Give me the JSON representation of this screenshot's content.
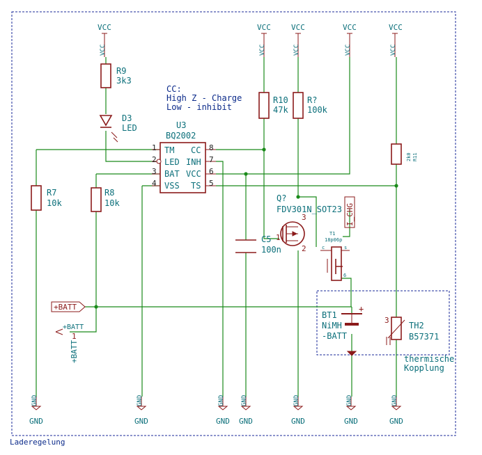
{
  "sheet": {
    "name": "Laderegelung"
  },
  "notes": {
    "cc_title": "CC:",
    "cc_high": "High Z - Charge",
    "cc_low": "Low - inhibit",
    "thermal": "thermische\nKopplung"
  },
  "power": {
    "vcc": "VCC",
    "gnd": "GND"
  },
  "components": {
    "r9": {
      "ref": "R9",
      "value": "3k3"
    },
    "r10": {
      "ref": "R10",
      "value": "47k"
    },
    "r_q": {
      "ref": "R?",
      "value": "100k"
    },
    "r11": {
      "ref": "R11",
      "value": "2k0"
    },
    "r7": {
      "ref": "R7",
      "value": "10k"
    },
    "r8": {
      "ref": "R8",
      "value": "10k"
    },
    "d3": {
      "ref": "D3",
      "value": "LED"
    },
    "u3": {
      "ref": "U3",
      "value": "BQ2002",
      "pins_left": [
        "TM",
        "LED",
        "BAT",
        "VSS"
      ],
      "pins_right": [
        "CC",
        "INH",
        "VCC",
        "TS"
      ],
      "nums_left": [
        "1",
        "2",
        "3",
        "4"
      ],
      "nums_right": [
        "8",
        "7",
        "6",
        "5"
      ]
    },
    "c5": {
      "ref": "C5",
      "value": "100n"
    },
    "q": {
      "ref": "Q?",
      "value": "FDV301N_SOT23",
      "p1": "1",
      "p2": "2",
      "p3": "3"
    },
    "t1": {
      "ref": "T1",
      "value": "18p06p",
      "pc": "c",
      "ps": "s",
      "p6": "6"
    },
    "bt1": {
      "ref": "BT1",
      "value": "NiMH",
      "label": "-BATT",
      "pin_plus": "+"
    },
    "th2": {
      "ref": "TH2",
      "value": "B57371",
      "pin": "3"
    },
    "ch_label": "I_CHG"
  },
  "nets": {
    "batt_plus": "+BATT",
    "batt_pin": "+BATT",
    "batt_num": "1",
    "batt_vert": "+BATT"
  }
}
